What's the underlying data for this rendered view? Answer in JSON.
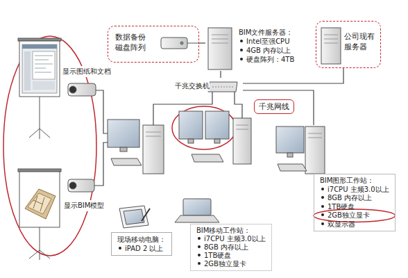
{
  "diagram": {
    "nodes": [
      {
        "text": [
          "数据备份 磁盘阵列"
        ]
      },
      {
        "text": [
          "BIM文件服务器：",
          "Intel至强CPU",
          "4GB 内存以上",
          "硬盘阵列：4TB"
        ]
      },
      {
        "text": [
          "公司现有 服务器"
        ]
      },
      {
        "text": [
          "千兆交换机"
        ]
      },
      {
        "text": [
          "BIM图形工作站：",
          "i7CPU 主频3.0以上",
          "8GB 内存以上",
          "1TB硬盘",
          "2GB独立显卡",
          "双显示器"
        ]
      },
      {
        "text": [
          "现场移动电脑：",
          "iPAD 2 以上"
        ]
      },
      {
        "text": [
          "BIM移动工作站：",
          "i7CPU 主频3.0以上",
          "8GB 内存以上",
          "1TB硬盘",
          "2GB独立显卡"
        ]
      }
    ],
    "edges": [
      {
        "from": 0,
        "to": 1,
        "arrow": "none"
      },
      {
        "from": 1,
        "to": 3,
        "arrow": "none"
      },
      {
        "from": 2,
        "to": 3,
        "arrow": "none"
      },
      {
        "from": 3,
        "to": 4,
        "arrow": "none"
      }
    ],
    "labels": [
      "千兆网线",
      "显示图纸和文档",
      "显示BIM模型"
    ]
  }
}
